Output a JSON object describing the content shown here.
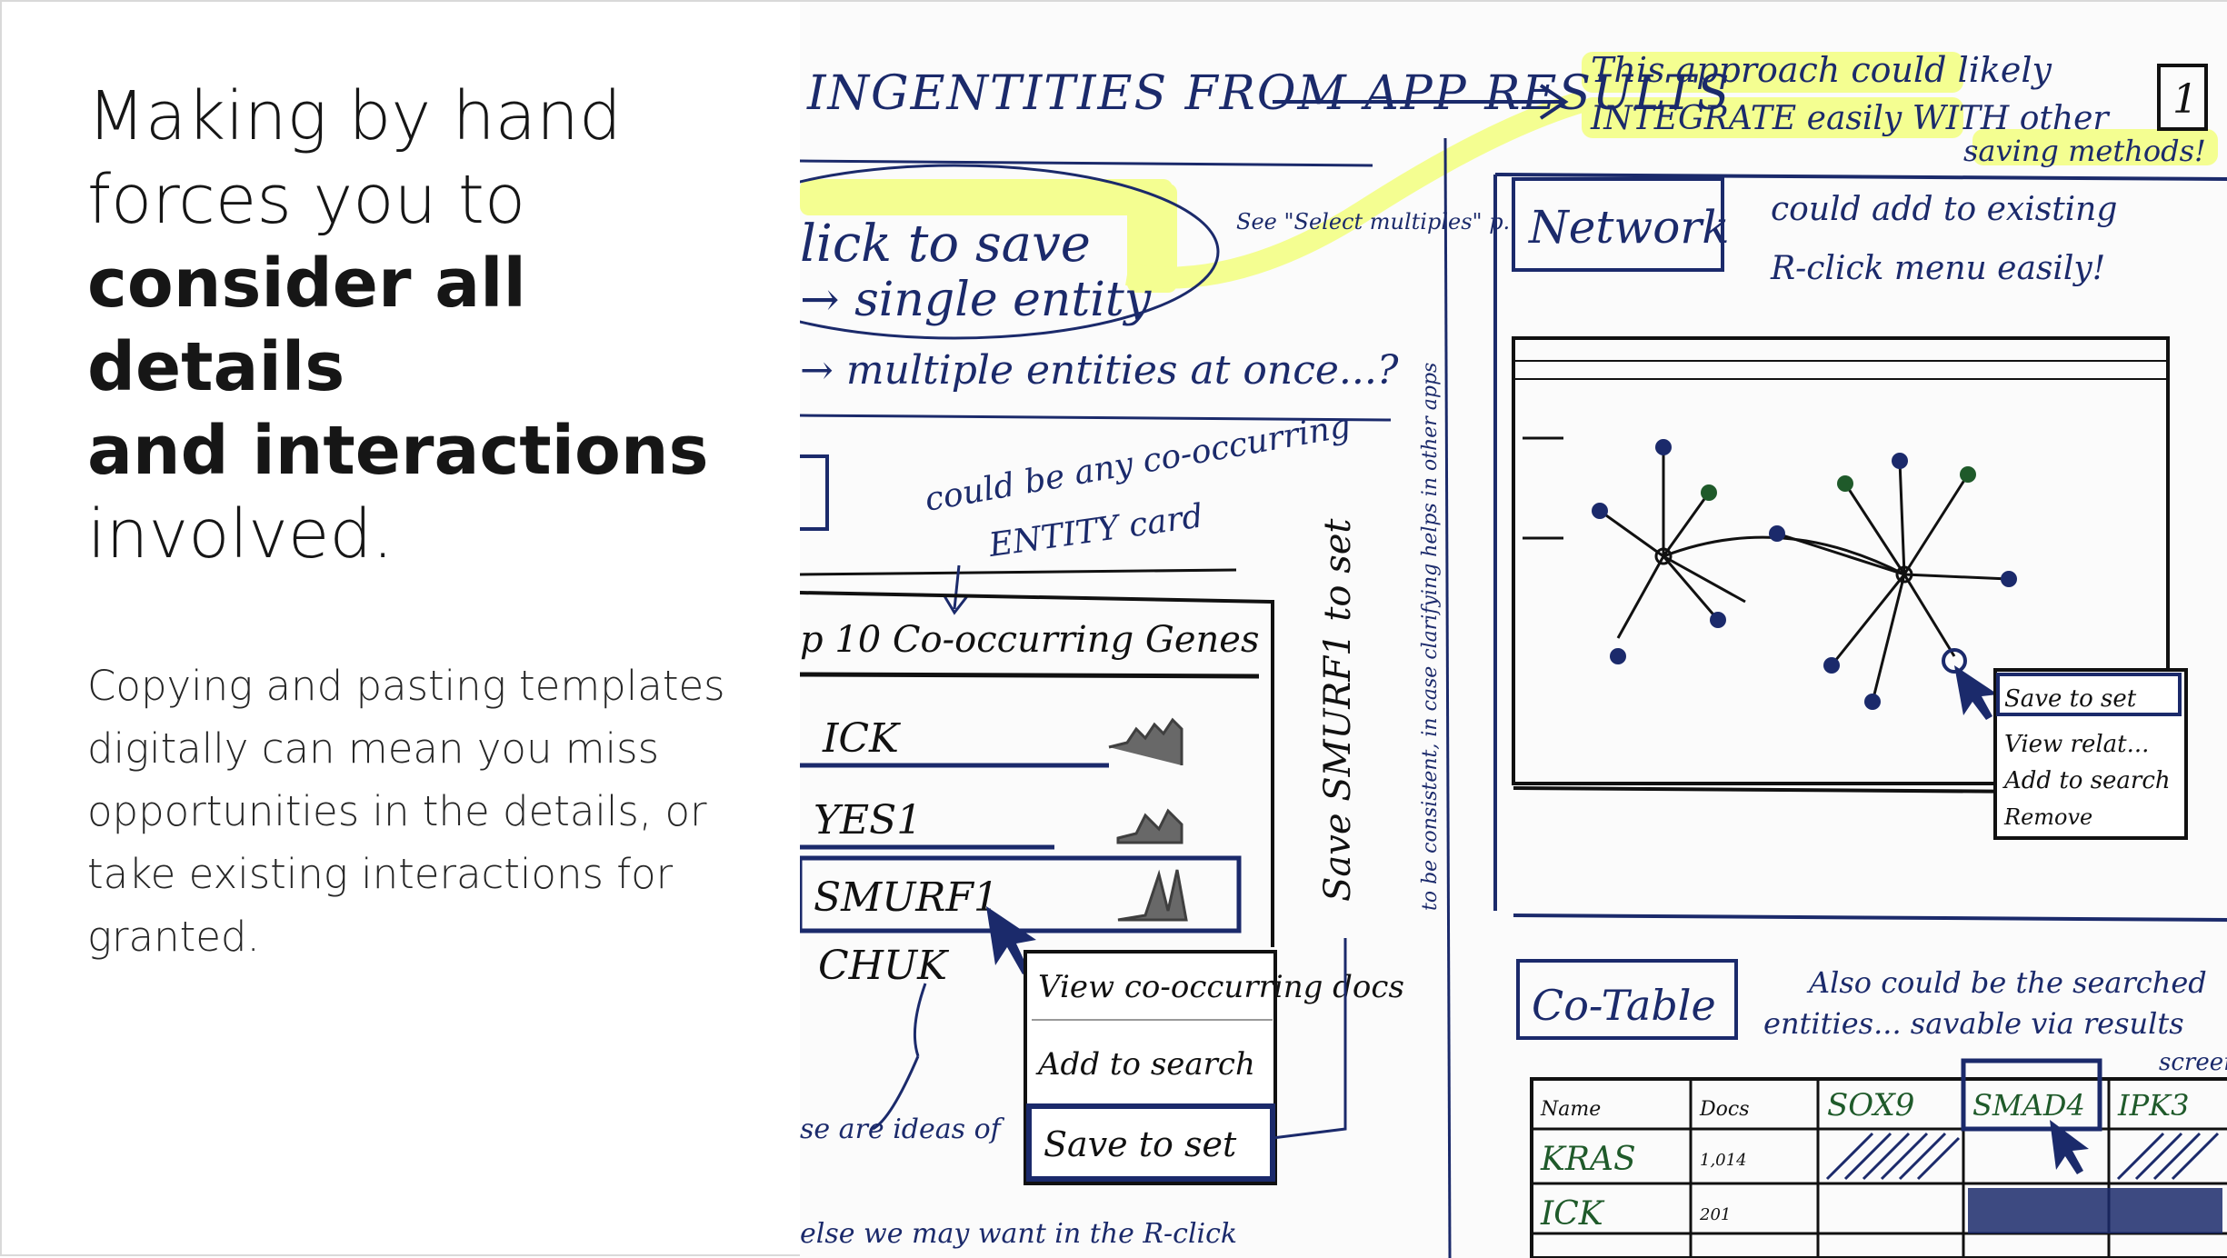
{
  "slide": {
    "headline": {
      "line1": "Making by hand",
      "line2": "forces you to",
      "line3_bold": "consider all details",
      "line4_bold": "and interactions",
      "line5": "involved."
    },
    "body": "Copying and pasting templates digitally can mean you miss opportunities in the details, or take existing interactions for granted."
  },
  "sketch": {
    "title": "INGENTITIES FROM APP RESULTS",
    "page_number": "1",
    "note_integrate": {
      "line1": "This approach could likely",
      "line2": "INTEGRATE easily WITH other",
      "line3": "saving methods!"
    },
    "left_notes": {
      "click_to_save": "lick to save",
      "single_entity": "→ single entity",
      "multiple": "→ multiple entities at once...?",
      "see_select": "See \"Select multiples\" p.",
      "could_be_any": "could be any co-occurring",
      "entity_card": "ENTITY card",
      "card_title": "p 10 Co-occurring Genes",
      "save_smurf": "Save SMURF1 to set",
      "consistency": "to be consistent, in case clarifying helps in other apps",
      "these_are": "se are ideas of",
      "else_we": "else we may want in the R-click"
    },
    "genes": [
      "ICK",
      "YES1",
      "SMURF1",
      "CHUK"
    ],
    "context_menu": [
      "View co-occurring docs",
      "Add to search",
      "Save to set"
    ],
    "network": {
      "label": "Network",
      "note_line1": "could add to existing",
      "note_line2": "R-click menu easily!",
      "menu": [
        "Save to set",
        "View relat...",
        "Add to search",
        "Remove"
      ]
    },
    "cotable": {
      "label": "Co-Table",
      "note_line1": "Also could be the searched",
      "note_line2": "entities... savable via results",
      "note_line3": "screen",
      "headers": [
        "Name",
        "Docs",
        "SOX9",
        "SMAD4",
        "IPK3"
      ],
      "rows": [
        {
          "name": "KRAS",
          "docs": "1,014"
        },
        {
          "name": "ICK",
          "docs": "201"
        }
      ]
    },
    "colors": {
      "ink_blue": "#1b2a6b",
      "ink_black": "#111111",
      "highlighter": "#f2ff6e",
      "ink_green": "#1f5a2a"
    }
  }
}
